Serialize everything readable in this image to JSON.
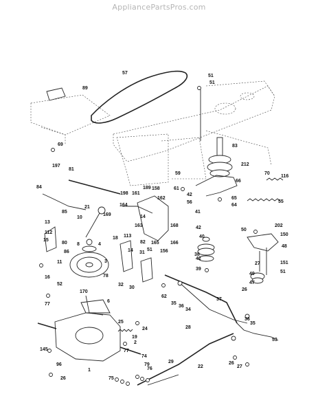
{
  "watermark": "AppliancePartsPros.com",
  "callouts": [
    {
      "id": "c57",
      "text": "57"
    },
    {
      "id": "c51a",
      "text": "51"
    },
    {
      "id": "c51b",
      "text": "51"
    },
    {
      "id": "c89",
      "text": "89"
    },
    {
      "id": "c69",
      "text": "69"
    },
    {
      "id": "c83",
      "text": "83"
    },
    {
      "id": "c59",
      "text": "59"
    },
    {
      "id": "c212",
      "text": "212"
    },
    {
      "id": "c70",
      "text": "70"
    },
    {
      "id": "c116",
      "text": "116"
    },
    {
      "id": "c197",
      "text": "197"
    },
    {
      "id": "c81",
      "text": "81"
    },
    {
      "id": "c61",
      "text": "61"
    },
    {
      "id": "c66",
      "text": "66"
    },
    {
      "id": "c42a",
      "text": "42"
    },
    {
      "id": "c56",
      "text": "56"
    },
    {
      "id": "c65",
      "text": "65"
    },
    {
      "id": "c64",
      "text": "64"
    },
    {
      "id": "c55",
      "text": "55"
    },
    {
      "id": "c84",
      "text": "84"
    },
    {
      "id": "c198",
      "text": "198"
    },
    {
      "id": "c161",
      "text": "161"
    },
    {
      "id": "c189",
      "text": "189"
    },
    {
      "id": "c158",
      "text": "158"
    },
    {
      "id": "c162",
      "text": "162"
    },
    {
      "id": "c164",
      "text": "164"
    },
    {
      "id": "c14a",
      "text": "14"
    },
    {
      "id": "c21",
      "text": "21"
    },
    {
      "id": "c169",
      "text": "169"
    },
    {
      "id": "c85",
      "text": "85"
    },
    {
      "id": "c10",
      "text": "10"
    },
    {
      "id": "c13",
      "text": "13"
    },
    {
      "id": "c112",
      "text": "112"
    },
    {
      "id": "c15",
      "text": "15"
    },
    {
      "id": "c80",
      "text": "80"
    },
    {
      "id": "c86",
      "text": "86"
    },
    {
      "id": "c41",
      "text": "41"
    },
    {
      "id": "c42b",
      "text": "42"
    },
    {
      "id": "c40",
      "text": "40"
    },
    {
      "id": "c50",
      "text": "50"
    },
    {
      "id": "c202",
      "text": "202"
    },
    {
      "id": "c150",
      "text": "150"
    },
    {
      "id": "c163",
      "text": "163"
    },
    {
      "id": "c168",
      "text": "168"
    },
    {
      "id": "c82",
      "text": "82"
    },
    {
      "id": "c165",
      "text": "165"
    },
    {
      "id": "c166",
      "text": "166"
    },
    {
      "id": "c156",
      "text": "156"
    },
    {
      "id": "c18",
      "text": "18"
    },
    {
      "id": "c113",
      "text": "113"
    },
    {
      "id": "c14b",
      "text": "14"
    },
    {
      "id": "c4",
      "text": "4"
    },
    {
      "id": "c8",
      "text": "8"
    },
    {
      "id": "c38",
      "text": "38"
    },
    {
      "id": "c48",
      "text": "48"
    },
    {
      "id": "c11",
      "text": "11"
    },
    {
      "id": "c3",
      "text": "3"
    },
    {
      "id": "c31",
      "text": "31"
    },
    {
      "id": "c51c",
      "text": "51"
    },
    {
      "id": "c42c",
      "text": "42"
    },
    {
      "id": "c39",
      "text": "39"
    },
    {
      "id": "c27a",
      "text": "27"
    },
    {
      "id": "c151",
      "text": "151"
    },
    {
      "id": "c51d",
      "text": "51"
    },
    {
      "id": "c49",
      "text": "49"
    },
    {
      "id": "c47",
      "text": "47"
    },
    {
      "id": "c26a",
      "text": "26"
    },
    {
      "id": "c16",
      "text": "16"
    },
    {
      "id": "c78",
      "text": "78"
    },
    {
      "id": "c52",
      "text": "52"
    },
    {
      "id": "c32",
      "text": "32"
    },
    {
      "id": "c30",
      "text": "30"
    },
    {
      "id": "c62",
      "text": "62"
    },
    {
      "id": "c35a",
      "text": "35"
    },
    {
      "id": "c36a",
      "text": "36"
    },
    {
      "id": "c37",
      "text": "37"
    },
    {
      "id": "c77a",
      "text": "77"
    },
    {
      "id": "c170",
      "text": "170"
    },
    {
      "id": "c6",
      "text": "6"
    },
    {
      "id": "c34",
      "text": "34"
    },
    {
      "id": "c36b",
      "text": "36"
    },
    {
      "id": "c35b",
      "text": "35"
    },
    {
      "id": "c25",
      "text": "25"
    },
    {
      "id": "c24",
      "text": "24"
    },
    {
      "id": "c19",
      "text": "19"
    },
    {
      "id": "c53",
      "text": "53"
    },
    {
      "id": "c2",
      "text": "2"
    },
    {
      "id": "c28",
      "text": "28"
    },
    {
      "id": "c77b",
      "text": "77"
    },
    {
      "id": "c145",
      "text": "145"
    },
    {
      "id": "c96",
      "text": "96"
    },
    {
      "id": "c1",
      "text": "1"
    },
    {
      "id": "c74",
      "text": "74"
    },
    {
      "id": "c29",
      "text": "29"
    },
    {
      "id": "c79",
      "text": "79"
    },
    {
      "id": "c76",
      "text": "76"
    },
    {
      "id": "c22",
      "text": "22"
    },
    {
      "id": "c26b",
      "text": "26"
    },
    {
      "id": "c27b",
      "text": "27"
    },
    {
      "id": "c26c",
      "text": "26"
    },
    {
      "id": "c75",
      "text": "75"
    }
  ]
}
